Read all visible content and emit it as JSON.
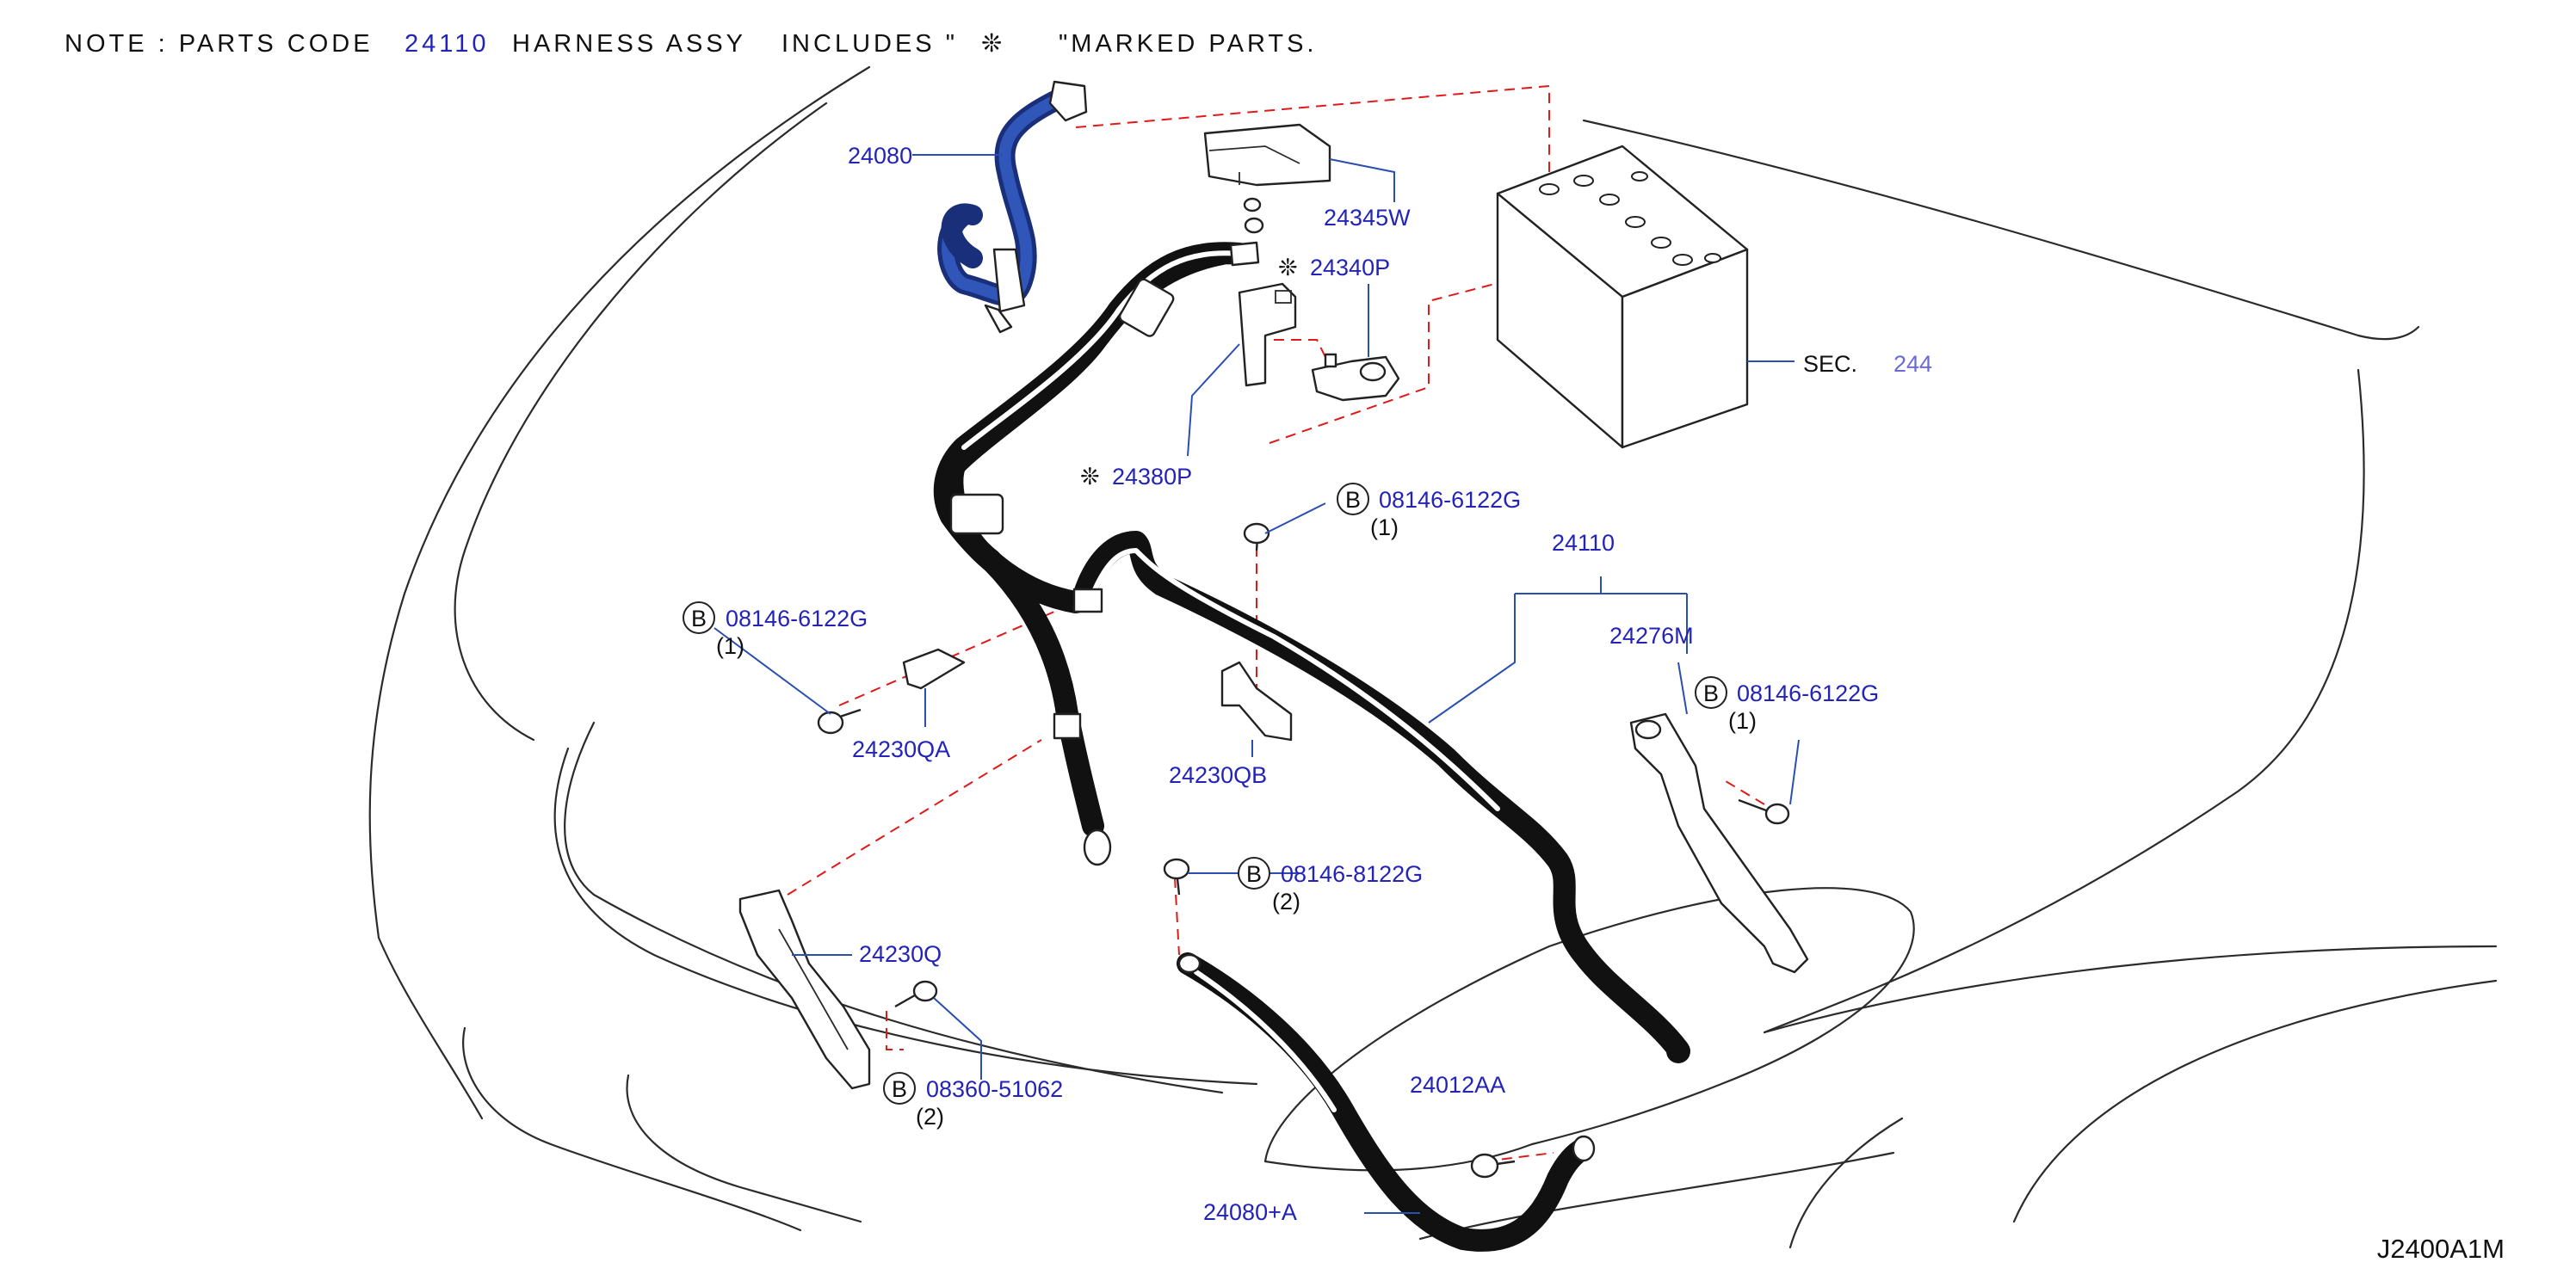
{
  "note": {
    "prefix": "NOTE : PARTS CODE",
    "code": "24110",
    "middle": "HARNESS ASSY",
    "includes": "INCLUDES \"",
    "symbol": "❊",
    "suffix": "\"MARKED PARTS."
  },
  "diagram_id": "J2400A1M",
  "section": {
    "prefix": "SEC.",
    "number": "244"
  },
  "callouts": {
    "p24080": "24080",
    "p24345W": "24345W",
    "p24340P": "24340P",
    "p24380P": "24380P",
    "p24110": "24110",
    "p24276M": "24276M",
    "p24230QA": "24230QA",
    "p24230QB": "24230QB",
    "p24230Q": "24230Q",
    "p24012AA": "24012AA",
    "p24080A": "24080+A"
  },
  "marked_symbol": "❊",
  "bolts": {
    "b1": {
      "badge": "B",
      "code": "08146-6122G",
      "qty": "(1)"
    },
    "b2": {
      "badge": "B",
      "code": "08146-6122G",
      "qty": "(1)"
    },
    "b3": {
      "badge": "B",
      "code": "08146-6122G",
      "qty": "(1)"
    },
    "b4": {
      "badge": "B",
      "code": "08146-8122G",
      "qty": "(2)"
    },
    "b5": {
      "badge": "B",
      "code": "08360-51062",
      "qty": "(2)"
    }
  },
  "colors": {
    "callout_blue": "#2323b8",
    "leader_blue": "#2a4fb0",
    "hidden_line_red": "#e01919",
    "cable_black": "#111111",
    "cable_blue": "#1a2f7a"
  }
}
